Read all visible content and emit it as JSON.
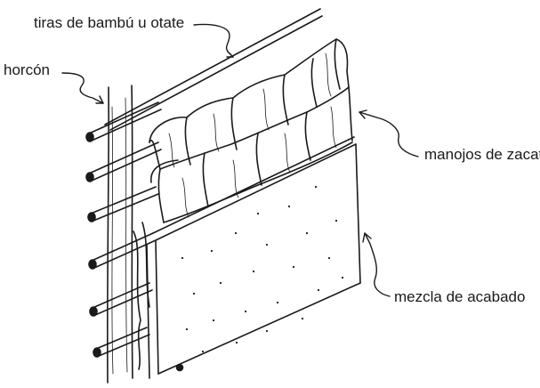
{
  "labels": {
    "tiras": "tiras de bambú u otate",
    "horcon": "horcón",
    "manojos": "manojos de zacate",
    "mezcla": "mezcla de acabado"
  },
  "colors": {
    "ink": "#1a1a1a",
    "paper": "#ffffff"
  }
}
